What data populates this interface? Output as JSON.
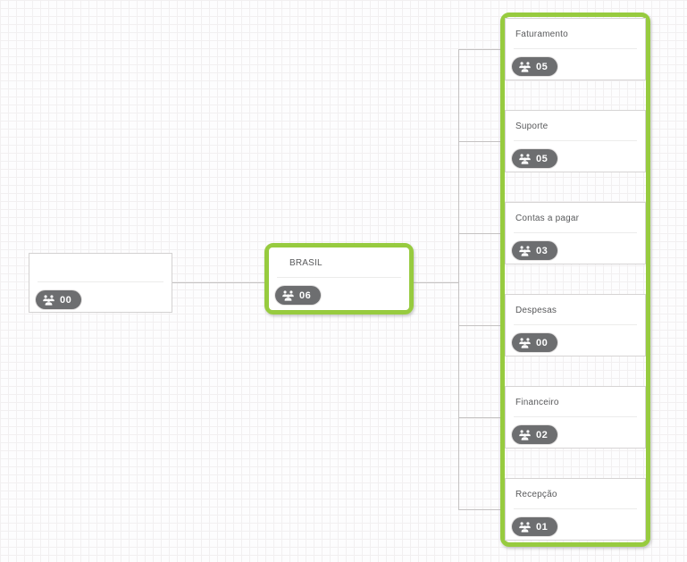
{
  "colors": {
    "accent_green": "#97cb3f",
    "badge_background": "#6d6e70",
    "connector_gray": "#c4c2c2"
  },
  "root_node": {
    "title": "",
    "member_count": "00"
  },
  "main_node": {
    "title": "BRASIL",
    "member_count": "06"
  },
  "departments": [
    {
      "title": "Faturamento",
      "member_count": "05"
    },
    {
      "title": "Suporte",
      "member_count": "05"
    },
    {
      "title": "Contas a pagar",
      "member_count": "03"
    },
    {
      "title": "Despesas",
      "member_count": "00"
    },
    {
      "title": "Financeiro",
      "member_count": "02"
    },
    {
      "title": "Recepção",
      "member_count": "01"
    }
  ]
}
